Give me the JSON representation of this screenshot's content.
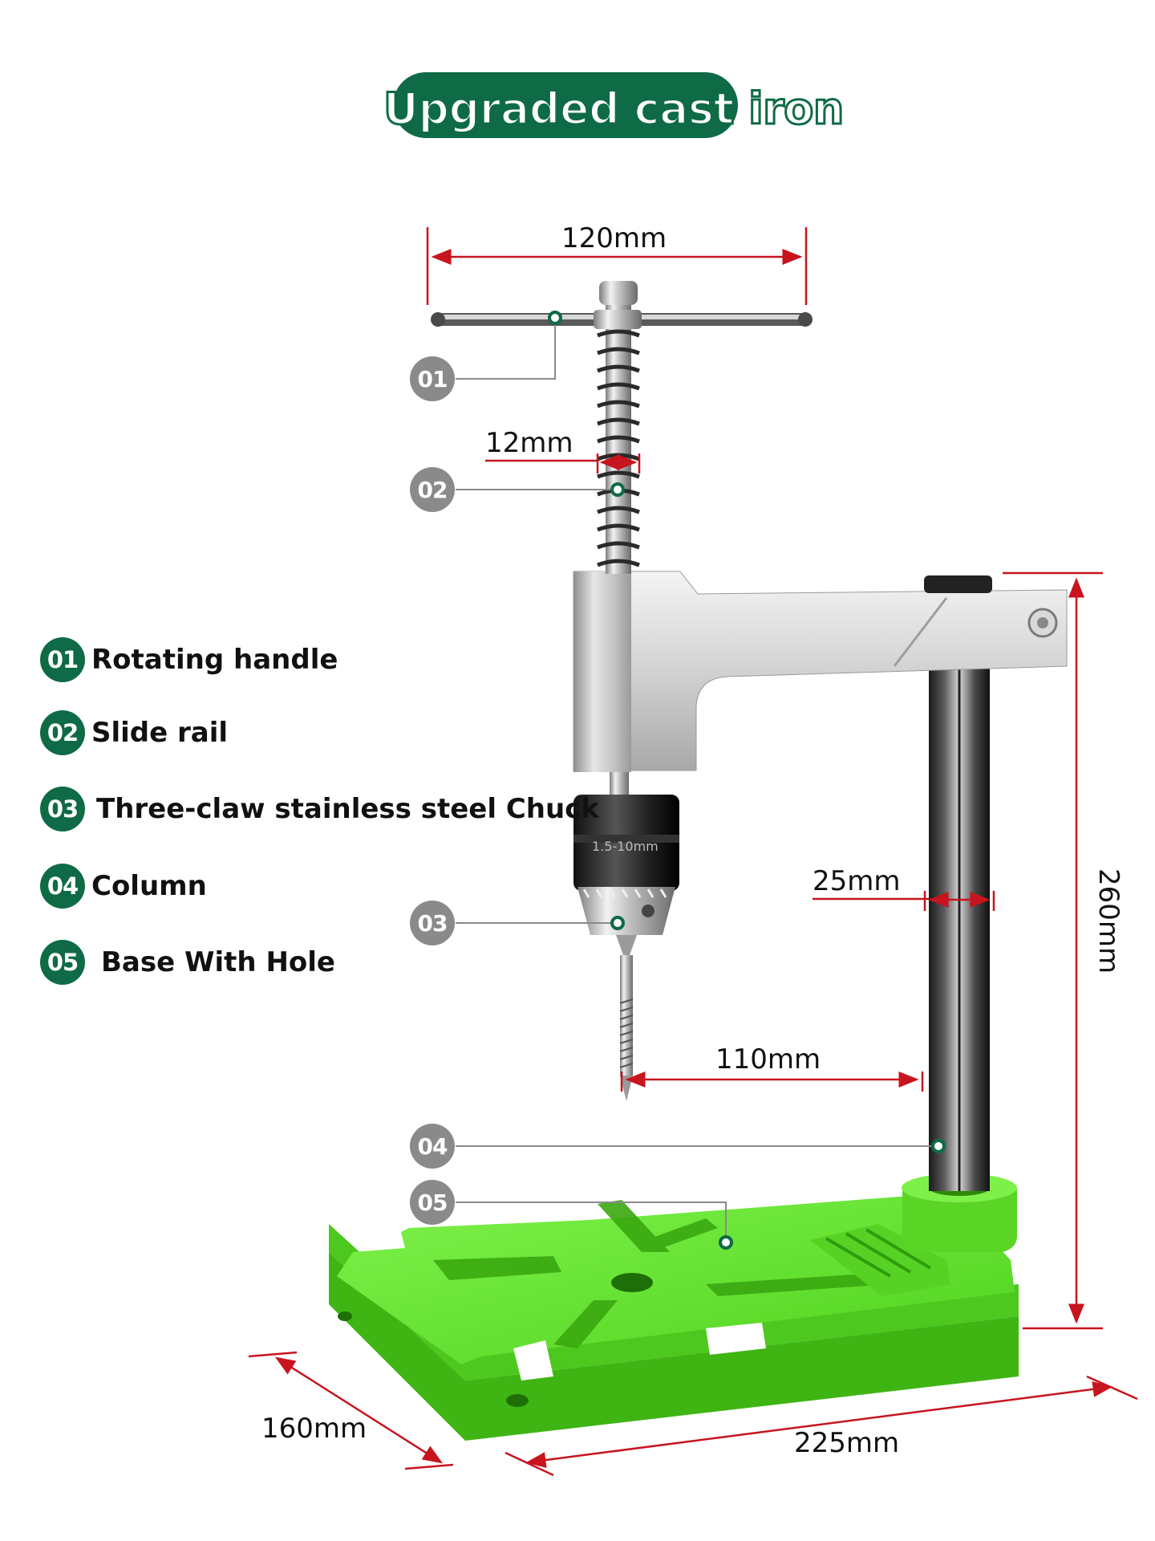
{
  "title": {
    "text": "Upgraded cast iron"
  },
  "legend": {
    "items": [
      {
        "badge": "01",
        "label": "Rotating handle"
      },
      {
        "badge": "02",
        "label": "Slide rail"
      },
      {
        "badge": "03",
        "label": "Three-claw stainless steel Chuck"
      },
      {
        "badge": "04",
        "label": "Column"
      },
      {
        "badge": "05",
        "label": "Base With Hole"
      }
    ]
  },
  "callouts": {
    "c01": "01",
    "c02": "02",
    "c03": "03",
    "c04": "04",
    "c05": "05"
  },
  "dimensions": {
    "handle_width": "120mm",
    "rail_diameter": "12mm",
    "column_diameter": "25mm",
    "throat_depth": "110mm",
    "total_height": "260mm",
    "base_depth": "160mm",
    "base_width": "225mm"
  },
  "chuck_marking": "1.5-10mm",
  "colors": {
    "brand_green": "#0e6b45",
    "base_green": "#5ee02a",
    "dimension_red": "#c8141e",
    "callout_gray": "#8a8a8a"
  }
}
